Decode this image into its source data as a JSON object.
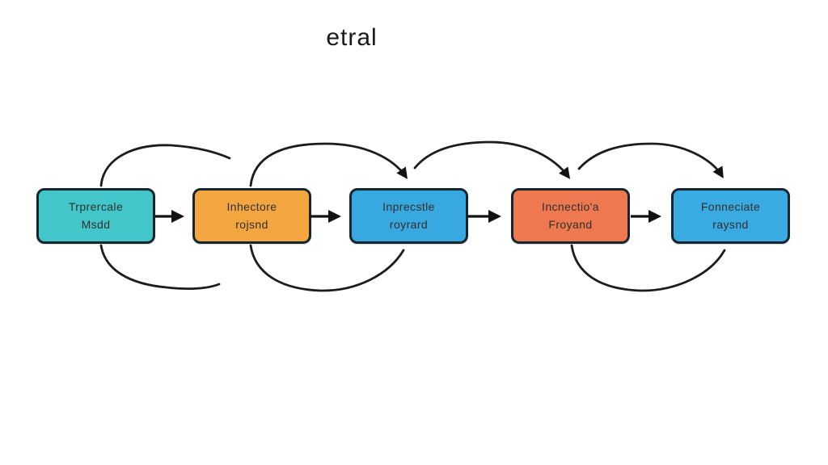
{
  "title": "etral",
  "diagram": {
    "nodes": [
      {
        "id": "stage-1",
        "line1": "Trprercale",
        "line2": "Msdd",
        "fill": "#43c6c9"
      },
      {
        "id": "stage-2",
        "line1": "Inhectore",
        "line2": "rojsnd",
        "fill": "#f3a640"
      },
      {
        "id": "stage-3",
        "line1": "Inprecstle",
        "line2": "royrard",
        "fill": "#38a8e0"
      },
      {
        "id": "stage-4",
        "line1": "Incnectio'a",
        "line2": "Froyand",
        "fill": "#ee7951"
      },
      {
        "id": "stage-5",
        "line1": "Fonneciate",
        "line2": "raysnd",
        "fill": "#3aaae2"
      }
    ],
    "edges": [
      {
        "from": "stage-1",
        "to": "stage-2",
        "type": "forward-arrow"
      },
      {
        "from": "stage-2",
        "to": "stage-3",
        "type": "forward-arrow"
      },
      {
        "from": "stage-3",
        "to": "stage-4",
        "type": "forward-arrow"
      },
      {
        "from": "stage-4",
        "to": "stage-5",
        "type": "forward-arrow"
      },
      {
        "from": "stage-1",
        "to": "stage-2",
        "type": "top-skip-arc"
      },
      {
        "from": "stage-2",
        "to": "stage-3",
        "type": "top-skip-arc"
      },
      {
        "from": "stage-3",
        "to": "stage-4",
        "type": "top-skip-arc"
      },
      {
        "from": "stage-4",
        "to": "stage-5",
        "type": "top-skip-arc"
      },
      {
        "from": "stage-1",
        "to": "stage-2",
        "type": "bottom-return-arc"
      },
      {
        "from": "stage-2",
        "to": "stage-3",
        "type": "bottom-return-arc"
      },
      {
        "from": "stage-4",
        "to": "stage-5",
        "type": "bottom-return-arc"
      }
    ],
    "stroke_color": "#1c1c1c",
    "border_color": "#15262e",
    "background_color": "#ffffff"
  }
}
